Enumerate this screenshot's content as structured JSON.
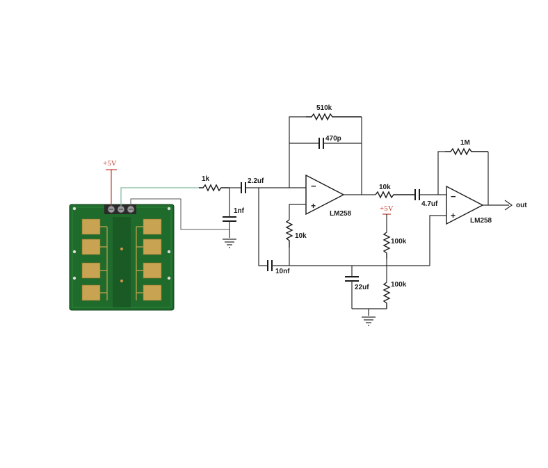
{
  "supply": {
    "vcc_top_left": "+5V",
    "vcc_mid": "+5V"
  },
  "components": {
    "r_input": "1k",
    "c_coupling_1": "2.2uf",
    "c_filter": "1nf",
    "r_feedback_1": "510k",
    "c_feedback_1": "470p",
    "opamp_1": "LM258",
    "r_ground_1": "10k",
    "c_bias": "10nf",
    "r_interstage": "10k",
    "c_coupling_2": "4.7uf",
    "r_feedback_2": "1M",
    "opamp_2": "LM258",
    "r_divider_top": "100k",
    "r_divider_bottom": "100k",
    "c_decoupling": "22uf"
  },
  "output": {
    "label": "out"
  },
  "colors": {
    "board": "#1f6b2c",
    "pad": "#c8a452",
    "supply_text": "#c0392b",
    "sensor_wire": "#7fb89a"
  }
}
